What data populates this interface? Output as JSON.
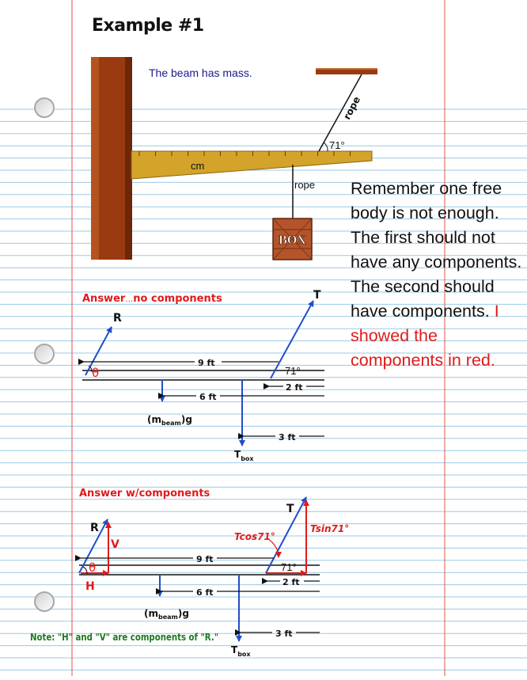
{
  "title": "Example #1",
  "subtitle": "The beam has mass.",
  "figure": {
    "rope_label_diag": "rope",
    "rope_label_vert": "rope",
    "angle": "71°",
    "cm": "cm",
    "box": "BOX"
  },
  "note": {
    "black": "Remember one free body is not enough. The first should not have any components. The second should have components.",
    "red": "I showed the components in red."
  },
  "answer1": {
    "heading_a": "Answer",
    "heading_b": "…",
    "heading_c": "no components",
    "R": "R",
    "T": "T",
    "theta": "θ",
    "angle": "71°",
    "d9": "9 ft",
    "d6": "6 ft",
    "d2": "2 ft",
    "d3": "3 ft",
    "weight_m": "(m",
    "weight_sub": "beam",
    "weight_g": ")g",
    "tbox_T": "T",
    "tbox_sub": "box"
  },
  "answer2": {
    "heading": "Answer w/components",
    "R": "R",
    "T": "T",
    "V": "V",
    "H": "H",
    "theta": "θ",
    "angle": "71°",
    "tcos": "Tcos71°",
    "tsin": "Tsin71°",
    "d9": "9 ft",
    "d6": "6 ft",
    "d2": "2 ft",
    "d3": "3 ft",
    "weight_m": "(m",
    "weight_sub": "beam",
    "weight_g": ")g",
    "tbox_T": "T",
    "tbox_sub": "box"
  },
  "footnote": "Note: \"H\" and \"V\" are components of \"R.\"",
  "colors": {
    "ruled_line": "#9ec9e6",
    "margin_line": "#e05a40",
    "wall": "#9a3a10",
    "beam": "#d4a32a",
    "arrow_blue": "#1f4fc8",
    "component_red": "#e01b1b",
    "heading_red": "#e01b1b",
    "footnote_green": "#1e7a1e"
  }
}
